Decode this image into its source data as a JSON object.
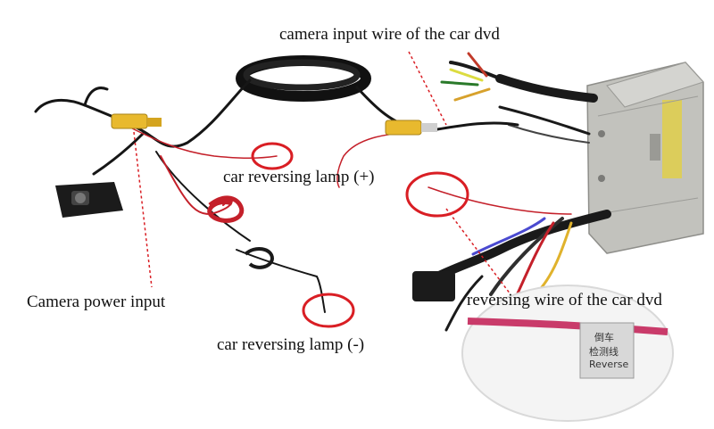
{
  "labels": {
    "camera_input_wire": "camera input wire of the car dvd",
    "reversing_lamp_plus": "car reversing lamp (+)",
    "camera_power_input": "Camera power input",
    "reversing_wire": "reversing wire of the car dvd",
    "reversing_lamp_minus": "car reversing lamp (-)"
  },
  "tag": {
    "line1": "倒车",
    "line2": "检测线",
    "line3": "Reverse"
  },
  "colors": {
    "wire_black": "#161616",
    "wire_red": "#c4202a",
    "connector_yellow": "#e8b92e",
    "highlight_red": "#d91e24",
    "dvd_unit": "#b7b7b2"
  }
}
